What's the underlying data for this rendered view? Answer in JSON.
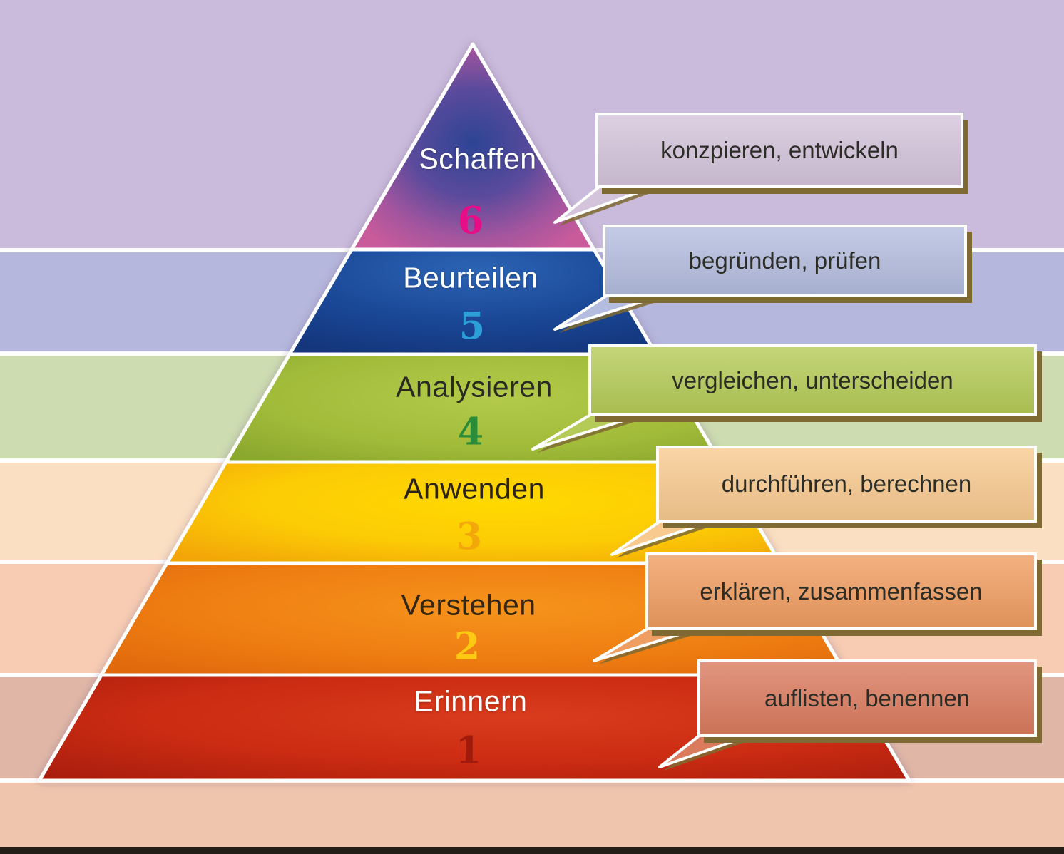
{
  "diagram": {
    "levels": [
      {
        "number": "1",
        "label": "Erinnern",
        "callout": "auflisten, benennen",
        "colors": {
          "band": "#cc2c12",
          "callout_fill": "#da7b5e",
          "number": "#a01b0c",
          "label": "#ffffff"
        }
      },
      {
        "number": "2",
        "label": "Verstehen",
        "callout": "erklären, zusammenfassen",
        "colors": {
          "band": "#ee8214",
          "callout_fill": "#f09d61",
          "number": "#fdc913",
          "label": "#332711"
        }
      },
      {
        "number": "3",
        "label": "Anwenden",
        "callout": "durchführen, berechnen",
        "colors": {
          "band": "#fccf05",
          "callout_fill": "#f8ca90",
          "number": "#f4a70b",
          "label": "#2b2416"
        }
      },
      {
        "number": "4",
        "label": "Analysieren",
        "callout": "vergleichen, unterscheiden",
        "colors": {
          "band": "#a9c13f",
          "callout_fill": "#b5cb57",
          "number": "#2a8b38",
          "label": "#2a2a22"
        }
      },
      {
        "number": "5",
        "label": "Beurteilen",
        "callout": "begründen, prüfen",
        "colors": {
          "band": "#1a4e9e",
          "callout_fill": "#b4bddf",
          "number": "#2d9fd8",
          "label": "#ffffff"
        }
      },
      {
        "number": "6",
        "label": "Schaffen",
        "callout": "konzpieren, entwickeln",
        "colors": {
          "band": "#a4559e",
          "callout_fill": "#d4c4db",
          "number": "#e80c86",
          "label": "#ffffff"
        }
      }
    ],
    "background_bands": [
      "#cabadb",
      "#b6b7dd",
      "#cddcb1",
      "#fbdfc2",
      "#f7ccb3",
      "#e0b7a7",
      "#f0c5ae"
    ],
    "bottom_strip_color": "#241d17",
    "shadow_color": "#7f6a33"
  }
}
